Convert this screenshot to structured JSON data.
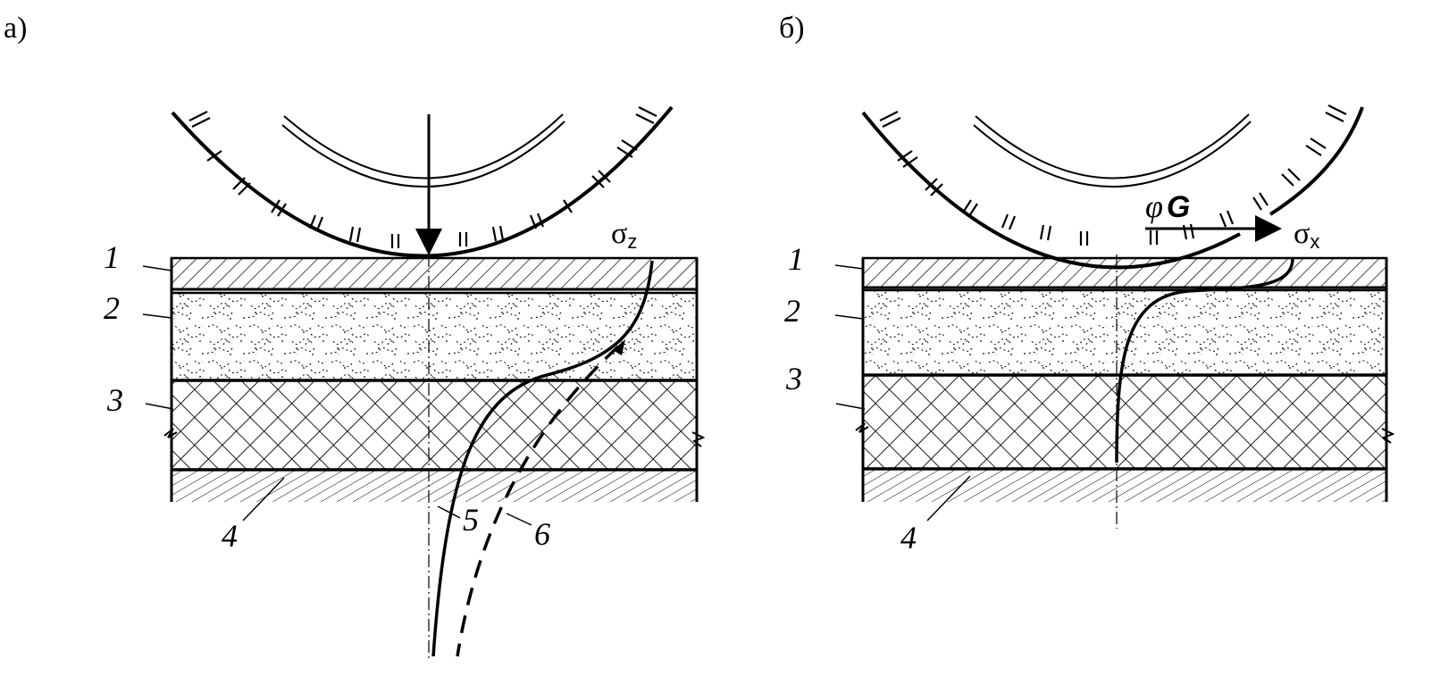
{
  "panels": [
    {
      "label": "а)",
      "layer_numbers": [
        "1",
        "2",
        "3",
        "4"
      ],
      "curve_labels": [
        "5",
        "6"
      ],
      "stress": {
        "symbol": "σ",
        "subscript": "z"
      }
    },
    {
      "label": "б)",
      "layer_numbers": [
        "1",
        "2",
        "3",
        "4"
      ],
      "stress": {
        "symbol": "σ",
        "subscript": "x"
      },
      "force": {
        "symbol": "φ",
        "letter": "G"
      }
    }
  ]
}
